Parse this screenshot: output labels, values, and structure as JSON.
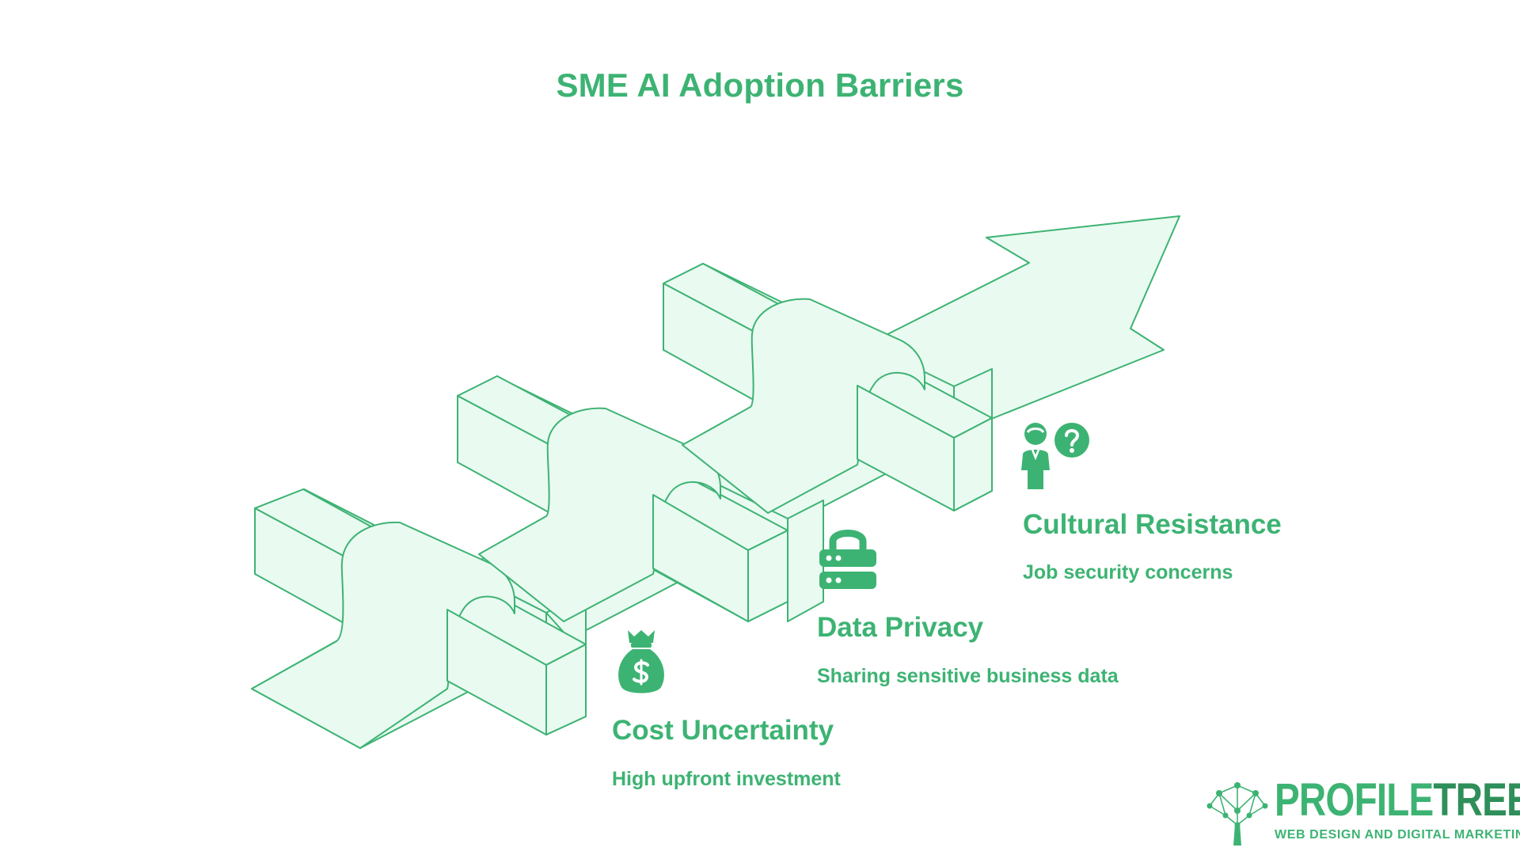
{
  "title": "SME AI Adoption Barriers",
  "colors": {
    "accent": "#3db373",
    "fill": "#e9faf1",
    "stroke": "#3db373"
  },
  "barriers": [
    {
      "title": "Cost Uncertainty",
      "subtitle": "High upfront investment",
      "icon": "money-bag-icon"
    },
    {
      "title": "Data Privacy",
      "subtitle": "Sharing sensitive business data",
      "icon": "lock-server-icon"
    },
    {
      "title": "Cultural Resistance",
      "subtitle": "Job security concerns",
      "icon": "person-question-icon"
    }
  ],
  "logo": {
    "word_part1": "PROFILE",
    "word_part2": "TREE",
    "tagline": "WEB DESIGN AND DIGITAL MARKETING",
    "icon": "tree-network-icon"
  }
}
